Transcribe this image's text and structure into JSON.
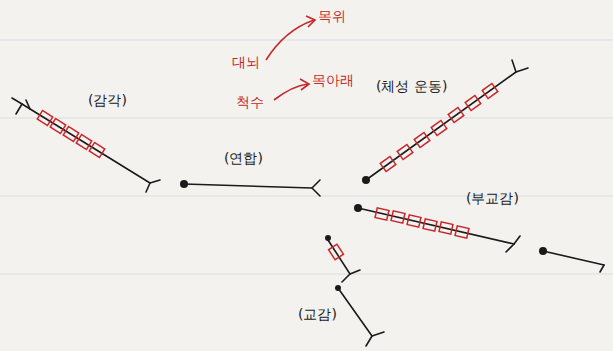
{
  "diagram": {
    "labels": [
      "목위",
      "대뇌",
      "척수",
      "목아래",
      "(체성 운동)",
      "(감각)",
      "(연합)",
      "(부교감)",
      "(교감)"
    ]
  }
}
